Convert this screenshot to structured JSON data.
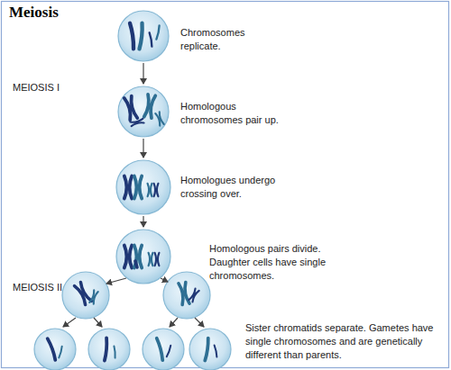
{
  "diagram": {
    "title": "Meiosis",
    "labels": [
      "Chromosomes replicate.",
      "MEIOSIS I",
      "Homologous chromosomes pair up.",
      "Homologues undergo crossing over.",
      "Homologous pairs divide. Daughter cells have single chromosomes.",
      "MEIOSIS II",
      "Sister chromatids separate. Gametes have single chromosomes and are genetically different than parents."
    ]
  }
}
